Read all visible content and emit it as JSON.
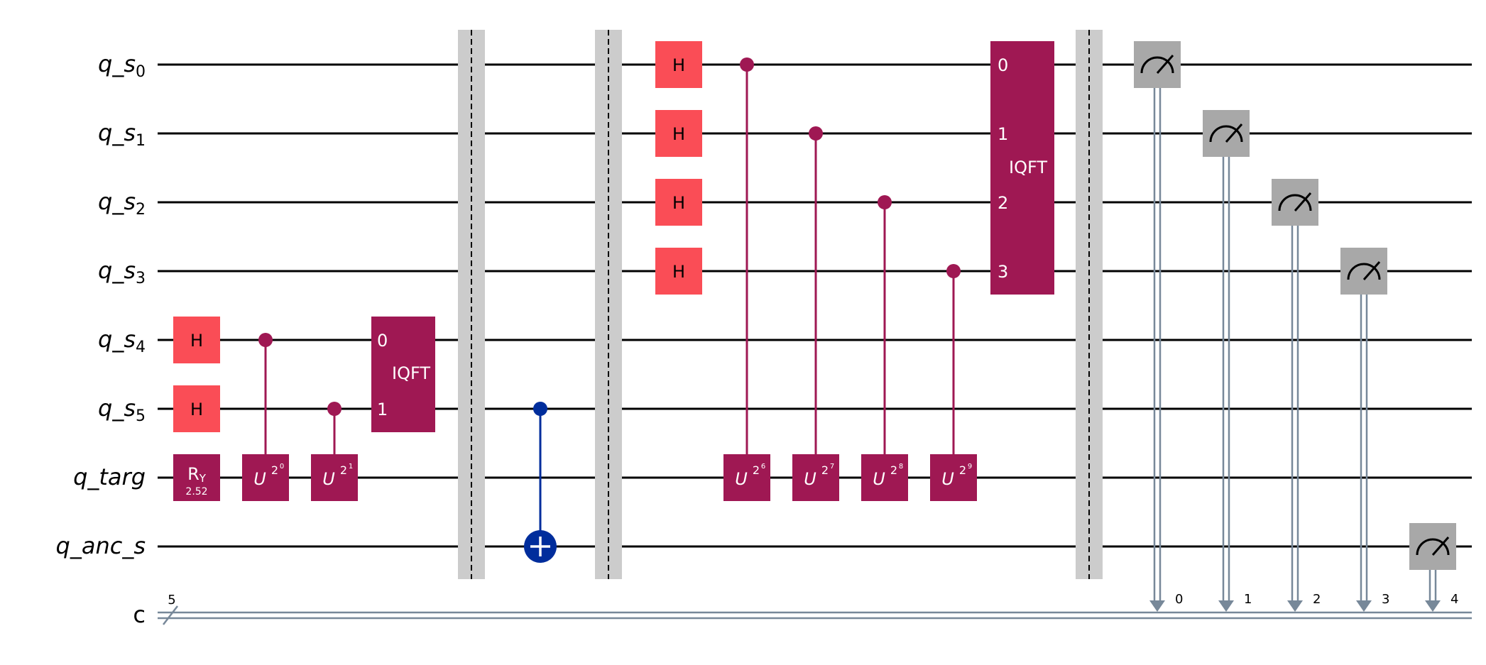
{
  "qubits": [
    {
      "base": "q_s",
      "sub": "0"
    },
    {
      "base": "q_s",
      "sub": "1"
    },
    {
      "base": "q_s",
      "sub": "2"
    },
    {
      "base": "q_s",
      "sub": "3"
    },
    {
      "base": "q_s",
      "sub": "4"
    },
    {
      "base": "q_s",
      "sub": "5"
    },
    {
      "base": "q_targ",
      "sub": ""
    },
    {
      "base": "q_anc_s",
      "sub": ""
    }
  ],
  "classical": {
    "label": "c",
    "width": "5",
    "bit_labels": [
      "0",
      "1",
      "2",
      "3",
      "4"
    ]
  },
  "colors": {
    "hadamard": "#fa4d56",
    "unitary": "#9f1853",
    "cnot": "#002d9c",
    "measure": "#a8a8a8",
    "barrier": "#cccccc",
    "classical_wire": "#778899"
  },
  "gates": {
    "h": "H",
    "ry": {
      "name": "R",
      "sub": "Y",
      "param": "2.52"
    },
    "u_base": "U",
    "u_prefix": "2",
    "u_exponents": [
      "0",
      "1",
      "6",
      "7",
      "8",
      "9"
    ],
    "iqft": "IQFT",
    "iqft2_pins": [
      "0",
      "1"
    ],
    "iqft4_pins": [
      "0",
      "1",
      "2",
      "3"
    ]
  }
}
